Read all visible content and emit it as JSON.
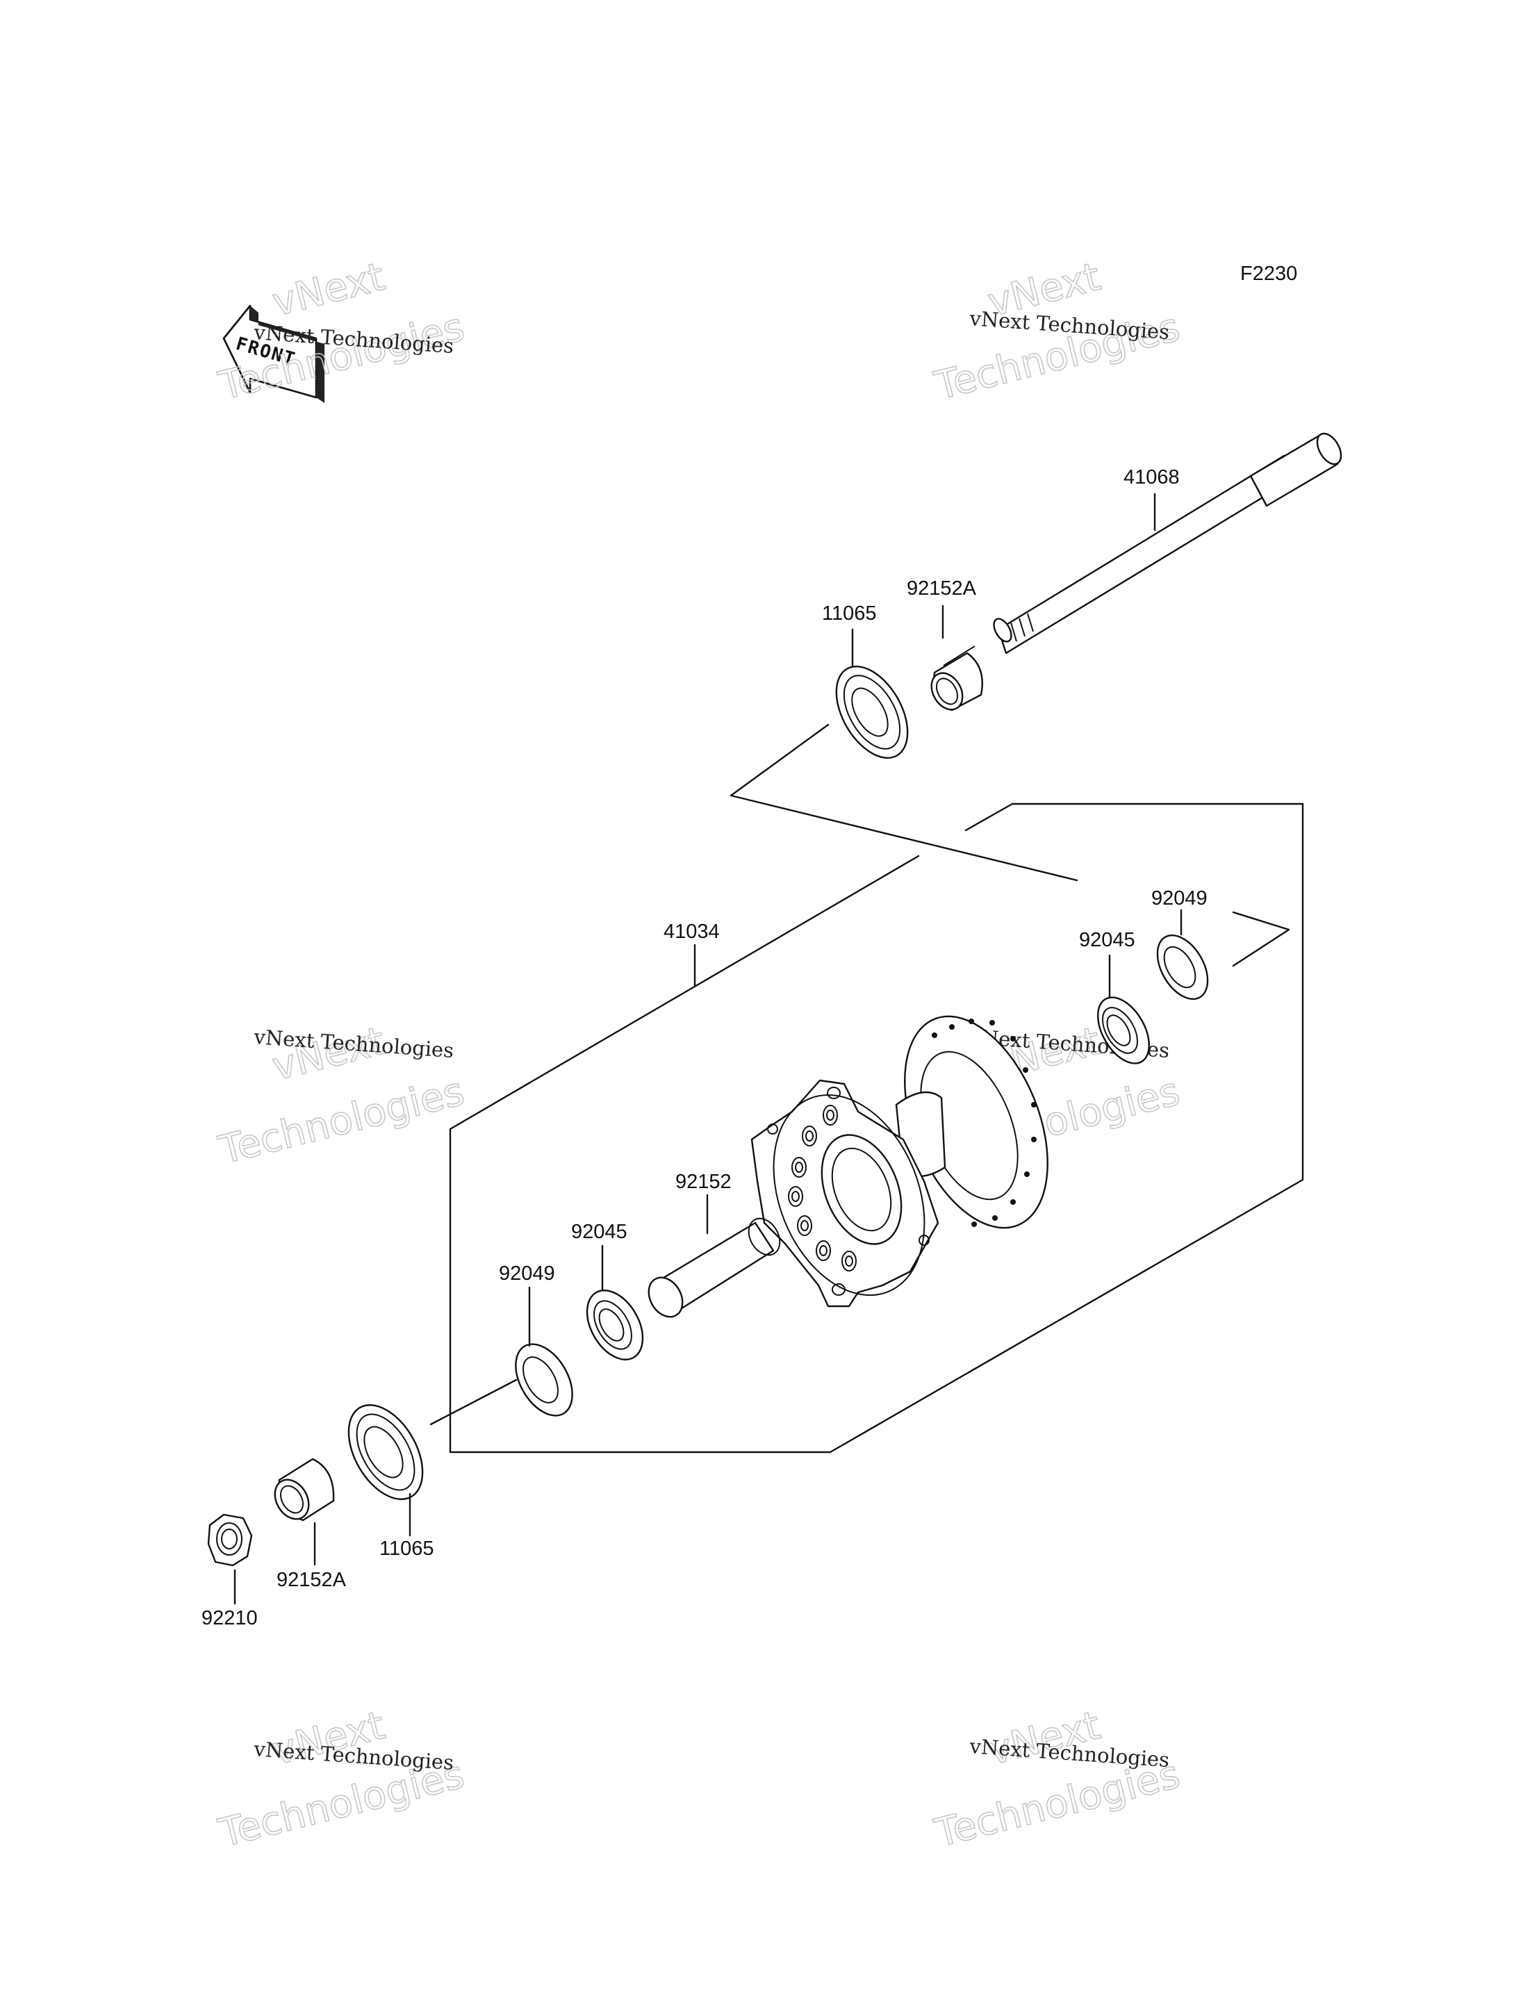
{
  "diagram_code": "F2230",
  "front_label": "FRONT",
  "watermark": {
    "brand_small": "vNext Technologies",
    "brand_large_1": "vNext",
    "brand_large_2": "Technologies"
  },
  "callouts": {
    "axle": "41068",
    "collar_upper": "92152A",
    "cover_upper": "11065",
    "hub": "41034",
    "seal_right": "92049",
    "bearing_right": "92045",
    "spacer": "92152",
    "bearing_left": "92045",
    "seal_left": "92049",
    "cover_lower": "11065",
    "collar_lower": "92152A",
    "nut": "92210"
  }
}
